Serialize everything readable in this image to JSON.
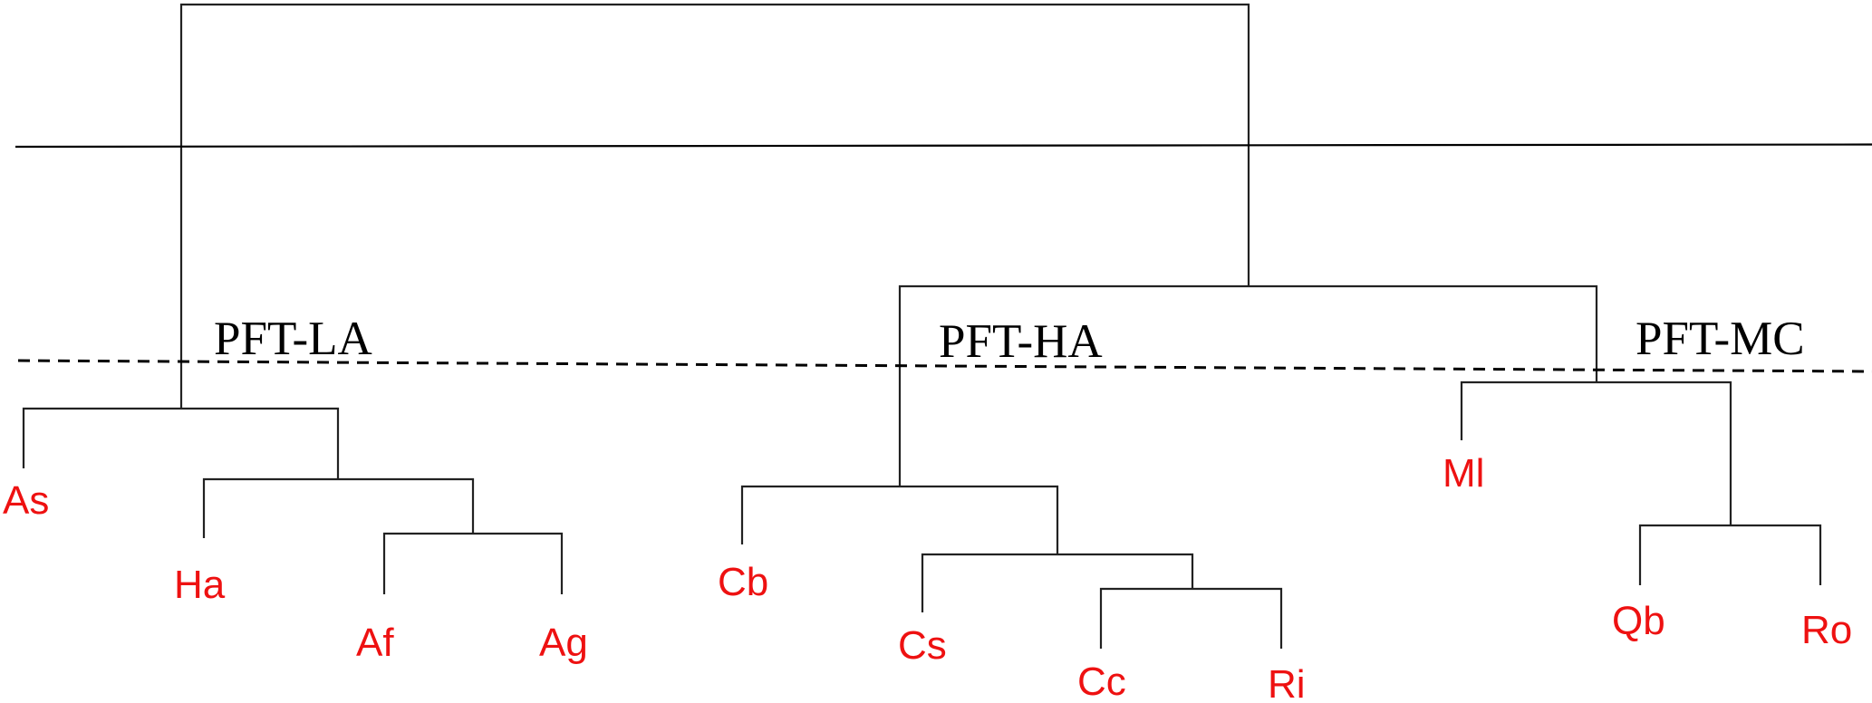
{
  "chart_data": {
    "type": "dendrogram",
    "title": "",
    "leaves": [
      "As",
      "Ha",
      "Af",
      "Ag",
      "Cb",
      "Cs",
      "Cc",
      "Ri",
      "Ml",
      "Qb",
      "Ro"
    ],
    "tree": [
      [
        [
          "As",
          [
            "Ha",
            [
              "Af",
              "Ag"
            ]
          ]
        ]
      ],
      [
        [
          [
            "Cb",
            [
              "Cs",
              [
                "Cc",
                "Ri"
              ]
            ]
          ]
        ],
        [
          "Ml",
          [
            "Qb",
            "Ro"
          ]
        ]
      ]
    ],
    "groups": [
      {
        "name": "PFT-LA",
        "members": [
          "As",
          "Ha",
          "Af",
          "Ag"
        ]
      },
      {
        "name": "PFT-HA",
        "members": [
          "Cb",
          "Cs",
          "Cc",
          "Ri"
        ]
      },
      {
        "name": "PFT-MC",
        "members": [
          "Ml",
          "Qb",
          "Ro"
        ]
      }
    ],
    "cut_lines": [
      {
        "style": "solid",
        "level": "upper"
      },
      {
        "style": "dashed",
        "level": "lower"
      }
    ],
    "colors": {
      "leaf_label": "#ee1111",
      "branch": "#222222",
      "group_label": "#000000"
    }
  }
}
